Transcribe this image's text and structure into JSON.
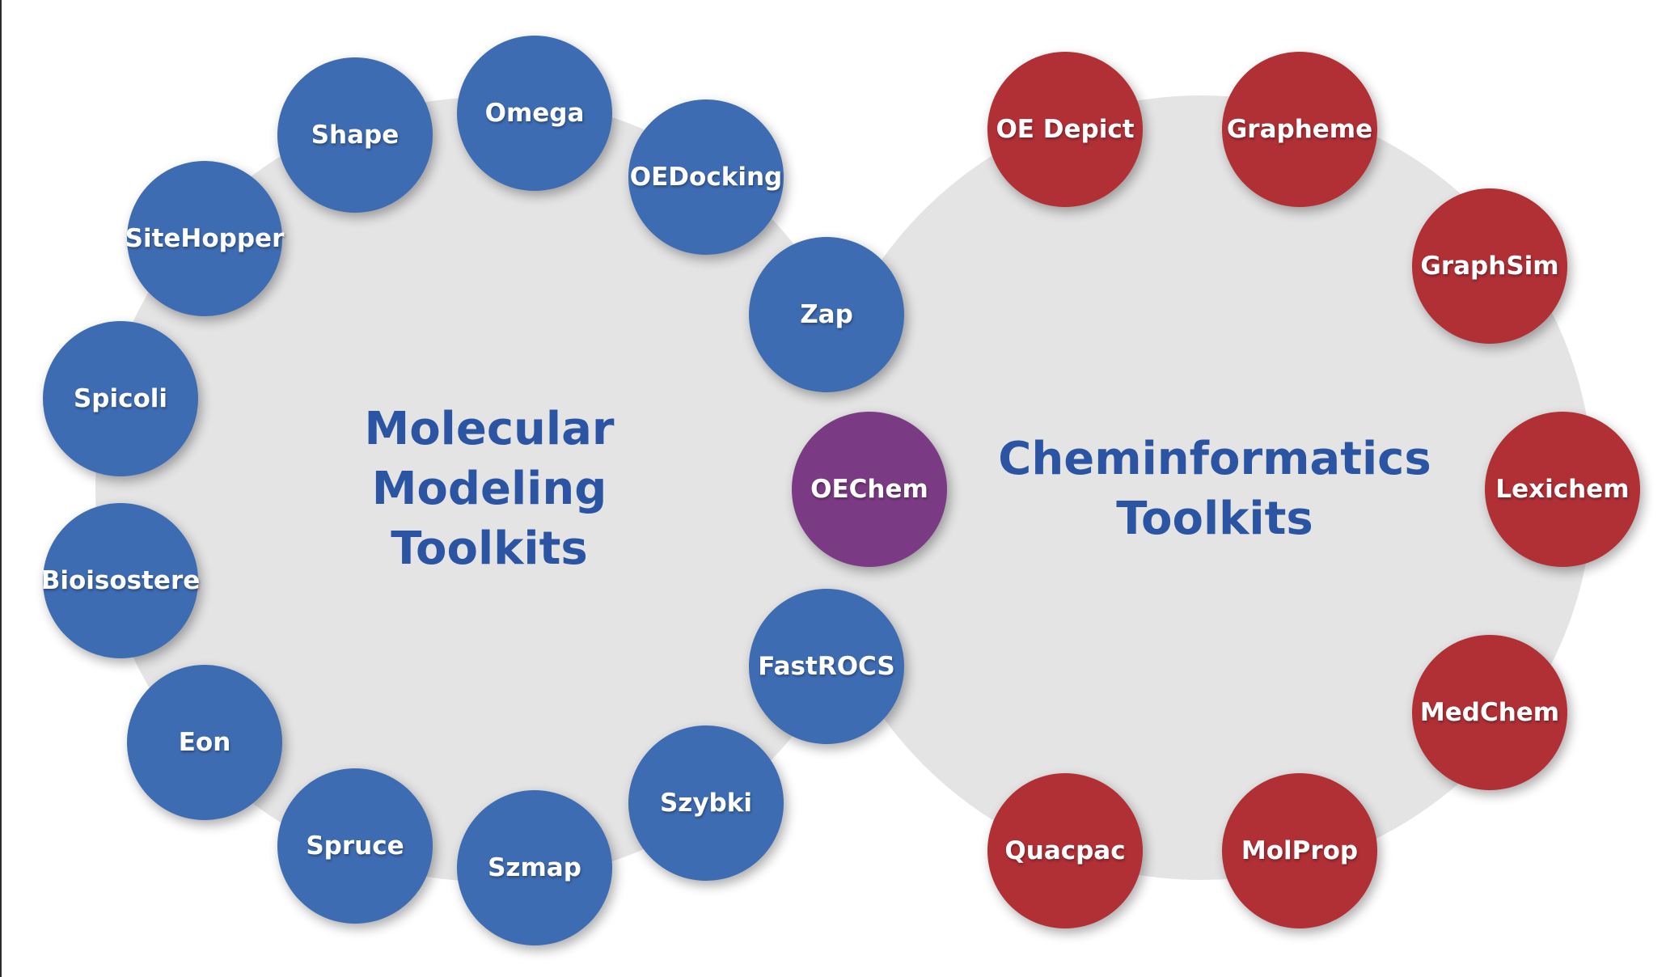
{
  "molecular_modeling": {
    "title": "Molecular\nModeling\nToolkits",
    "color": "#3e6cb3",
    "toolkits": [
      {
        "id": "omega",
        "label": "Omega"
      },
      {
        "id": "shape",
        "label": "Shape"
      },
      {
        "id": "oedocking",
        "label": "OEDocking"
      },
      {
        "id": "sitehopper",
        "label": "SiteHopper"
      },
      {
        "id": "zap",
        "label": "Zap"
      },
      {
        "id": "spicoli",
        "label": "Spicoli"
      },
      {
        "id": "bioisostere",
        "label": "Bioisostere"
      },
      {
        "id": "fastrocs",
        "label": "FastROCS"
      },
      {
        "id": "eon",
        "label": "Eon"
      },
      {
        "id": "szybki",
        "label": "Szybki"
      },
      {
        "id": "spruce",
        "label": "Spruce"
      },
      {
        "id": "szmap",
        "label": "Szmap"
      }
    ]
  },
  "shared": {
    "color": "#7b3b84",
    "toolkits": [
      {
        "id": "oechem",
        "label": "OEChem"
      }
    ]
  },
  "cheminformatics": {
    "title": "Cheminformatics\nToolkits",
    "color": "#b03036",
    "toolkits": [
      {
        "id": "oe-depict",
        "label": "OE Depict"
      },
      {
        "id": "grapheme",
        "label": "Grapheme"
      },
      {
        "id": "graphsim",
        "label": "GraphSim"
      },
      {
        "id": "lexichem",
        "label": "Lexichem"
      },
      {
        "id": "medchem",
        "label": "MedChem"
      },
      {
        "id": "quacpac",
        "label": "Quacpac"
      },
      {
        "id": "molprop",
        "label": "MolProp"
      }
    ]
  },
  "colors": {
    "group_background": "#e4e4e4",
    "title_text": "#2b55a3",
    "bubble_text": "#ffffff"
  }
}
